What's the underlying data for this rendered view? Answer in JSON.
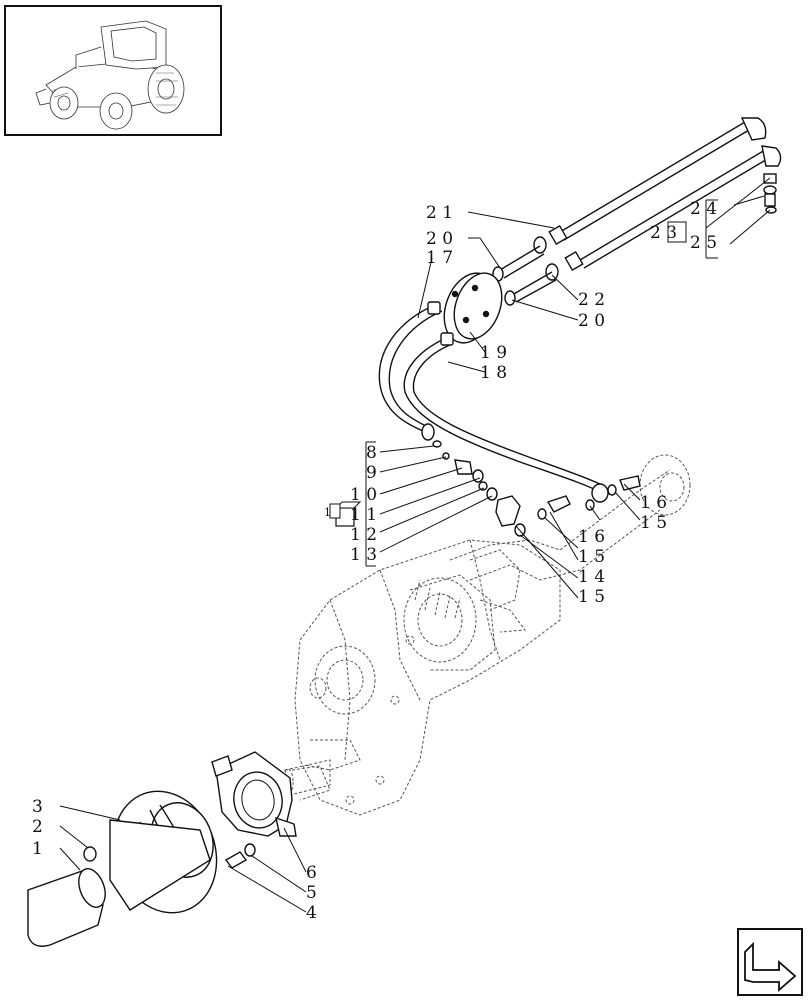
{
  "callouts": {
    "c1": "1",
    "c2": "2",
    "c3": "3",
    "c4": "4",
    "c5": "5",
    "c6": "6",
    "c8": "8",
    "c9": "9",
    "c10": "1 0",
    "c11": "1 1",
    "c12": "1 2",
    "c13": "1 3",
    "c14": "1 4",
    "c15a": "1 5",
    "c15b": "1 5",
    "c15c": "1 5",
    "c16a": "1 6",
    "c16b": "1 6",
    "c17": "1 7",
    "c18": "1 8",
    "c19": "1 9",
    "c20a": "2 0",
    "c20b": "2 0",
    "c21": "2 1",
    "c22": "2 2",
    "c23": "2 3",
    "c24": "2 4",
    "c25": "2 5"
  },
  "kit_badge": "1",
  "icons": {
    "thumbnail": "tractor-thumbnail",
    "navigation": "next-page-arrow-icon",
    "kit": "kit-box-icon"
  }
}
